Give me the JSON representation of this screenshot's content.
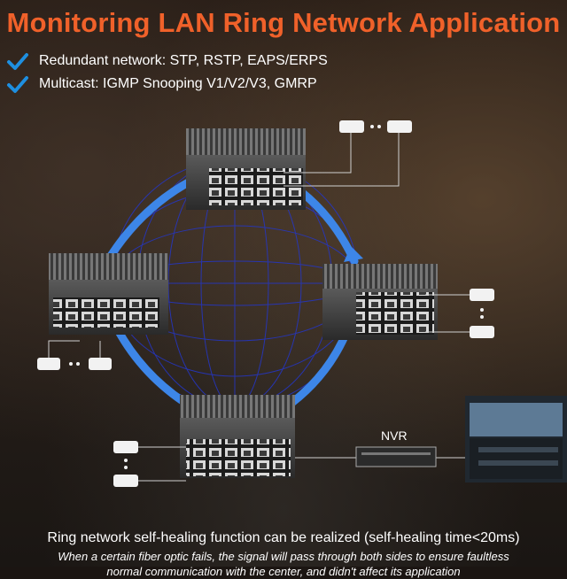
{
  "title": "Monitoring LAN Ring Network Application",
  "features": [
    "Redundant network: STP, RSTP, EAPS/ERPS",
    "Multicast: IGMP Snooping V1/V2/V3, GMRP"
  ],
  "nvr_label": "NVR",
  "footer": {
    "headline": "Ring network self-healing function can be realized (self-healing time<20ms)",
    "note_line1": "When a certain fiber optic fails, the signal will pass through both sides to ensure faultless",
    "note_line2": "normal communication with the center, and didn't affect its application"
  },
  "colors": {
    "title": "#f0612a",
    "check": "#1e8fe0",
    "ring": "#2f7de0"
  }
}
